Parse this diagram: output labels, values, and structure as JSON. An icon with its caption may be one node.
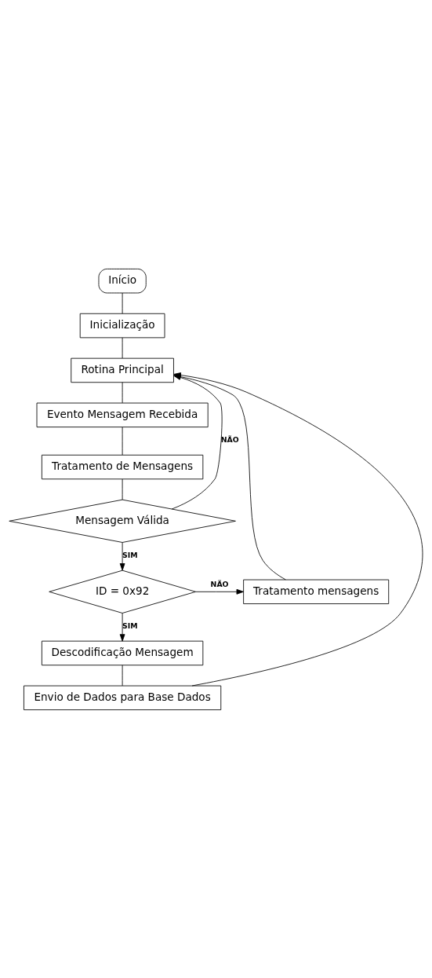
{
  "diagram": {
    "nodes": [
      {
        "text": [
          "Início"
        ]
      },
      {
        "text": [
          "Inicialização"
        ]
      },
      {
        "text": [
          "Rotina Principal"
        ]
      },
      {
        "text": [
          "Evento Mensagem Recebida"
        ]
      },
      {
        "text": [
          "Tratamento de Mensagens"
        ]
      },
      {
        "text": [
          "Mensagem Válida"
        ]
      },
      {
        "text": [
          "ID = 0x92"
        ]
      },
      {
        "text": [
          "Tratamento mensagens"
        ]
      },
      {
        "text": [
          "Descodificação Mensagem"
        ]
      },
      {
        "text": [
          "Envio de Dados para Base Dados"
        ]
      }
    ],
    "edges": [
      {
        "from": 0,
        "to": 1,
        "arrow": "none"
      },
      {
        "from": 1,
        "to": 2,
        "arrow": "none"
      },
      {
        "from": 2,
        "to": 3,
        "arrow": "none"
      },
      {
        "from": 3,
        "to": 4,
        "arrow": "none"
      },
      {
        "from": 4,
        "to": 5,
        "arrow": "none"
      },
      {
        "from": 5,
        "to": 2,
        "arrow": "to",
        "label": "NÃO"
      },
      {
        "from": 5,
        "to": 6,
        "arrow": "to",
        "label": "SIM"
      },
      {
        "from": 6,
        "to": 7,
        "arrow": "to",
        "label": "NÃO"
      },
      {
        "from": 6,
        "to": 8,
        "arrow": "to",
        "label": "SIM"
      },
      {
        "from": 7,
        "to": 2,
        "arrow": "to"
      },
      {
        "from": 8,
        "to": 9,
        "arrow": "none"
      },
      {
        "from": 9,
        "to": 2,
        "arrow": "to"
      }
    ]
  }
}
